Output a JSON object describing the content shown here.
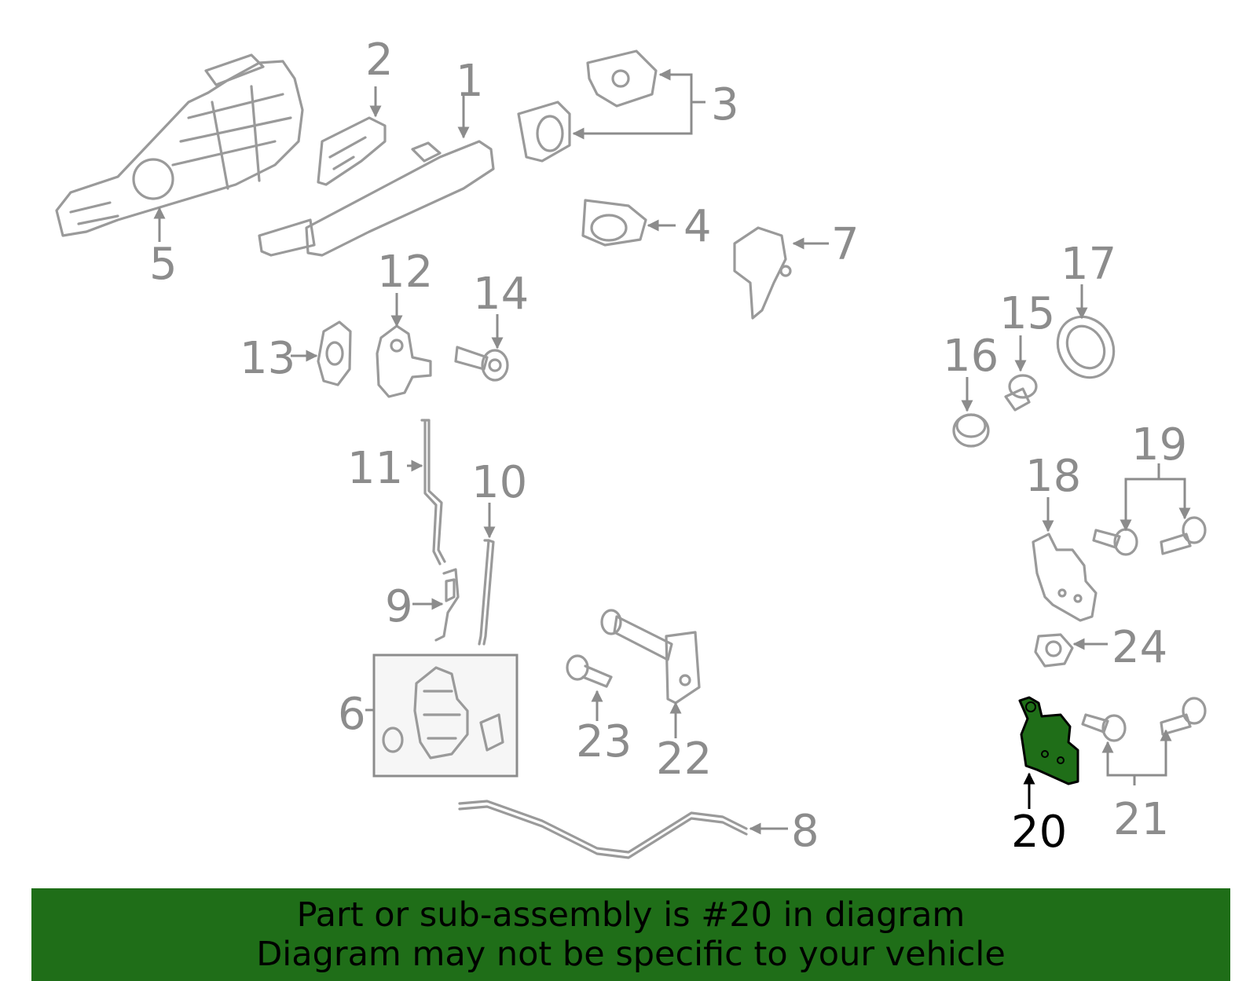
{
  "diagram": {
    "callouts": [
      {
        "n": "1"
      },
      {
        "n": "2"
      },
      {
        "n": "3"
      },
      {
        "n": "4"
      },
      {
        "n": "5"
      },
      {
        "n": "6"
      },
      {
        "n": "7"
      },
      {
        "n": "8"
      },
      {
        "n": "9"
      },
      {
        "n": "10"
      },
      {
        "n": "11"
      },
      {
        "n": "12"
      },
      {
        "n": "13"
      },
      {
        "n": "14"
      },
      {
        "n": "15"
      },
      {
        "n": "16"
      },
      {
        "n": "17"
      },
      {
        "n": "18"
      },
      {
        "n": "19"
      },
      {
        "n": "20"
      },
      {
        "n": "21"
      },
      {
        "n": "22"
      },
      {
        "n": "23"
      },
      {
        "n": "24"
      }
    ],
    "highlighted_part": "20",
    "colors": {
      "part_line": "#9a9a9a",
      "highlight_fill": "#1f6e18",
      "banner_bg": "#1f6e18"
    }
  },
  "banner": {
    "line1": "Part or sub-assembly is #20 in diagram",
    "line2": "Diagram may not be specific to your vehicle"
  }
}
